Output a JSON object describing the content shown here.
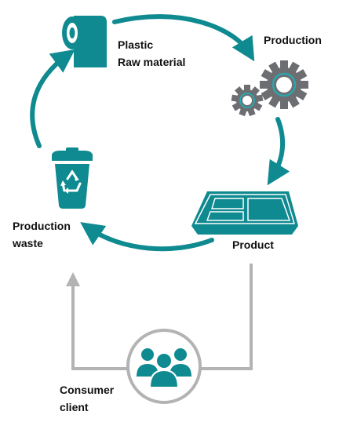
{
  "colors": {
    "teal": "#0e8a90",
    "teal_light": "#2aa6ac",
    "gear_gray": "#6d6e71",
    "arrow_gray": "#b3b3b3",
    "text": "#111111"
  },
  "nodes": {
    "raw_material": {
      "label_line1": "Plastic",
      "label_line2": "Raw material",
      "icon": "plastic-roll-icon"
    },
    "production": {
      "label": "Production",
      "icon": "gears-icon"
    },
    "product": {
      "label": "Product",
      "icon": "food-tray-icon"
    },
    "production_waste": {
      "label_line1": "Production",
      "label_line2": "waste",
      "icon": "recycle-bin-icon"
    },
    "consumer": {
      "label_line1": "Consumer",
      "label_line2": "client",
      "icon": "people-group-icon"
    }
  }
}
